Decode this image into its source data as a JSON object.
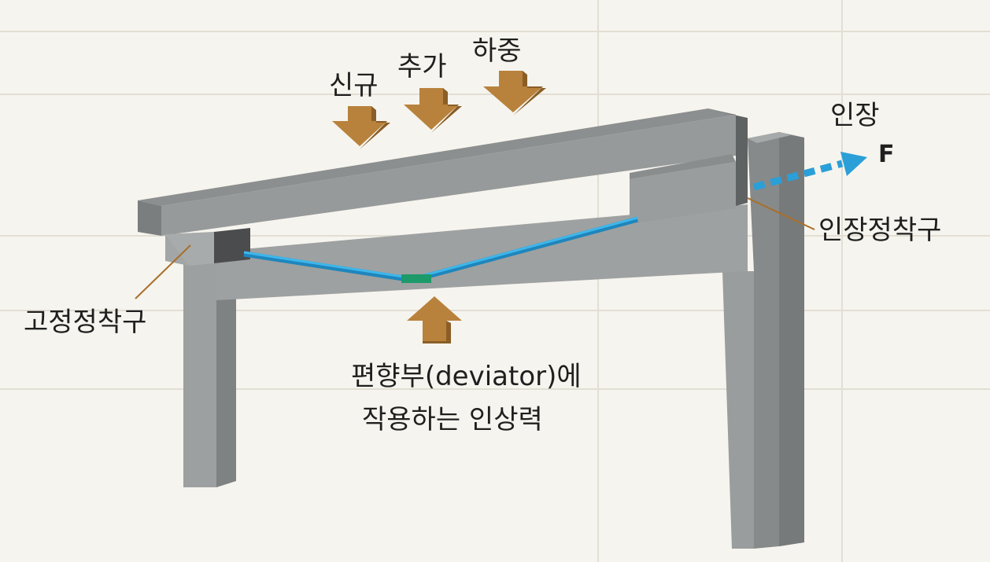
{
  "labels": {
    "load_word1": "신규",
    "load_word2": "추가",
    "load_word3": "하중",
    "tension": "인장",
    "force": "F",
    "tension_anchor": "인장정착구",
    "fixed_anchor": "고정정착구",
    "deviator_line1": "편향부(deviator)에",
    "deviator_line2": "작용하는 인상력"
  },
  "colors": {
    "concrete_top": "#8f9292",
    "concrete_front": "#9a9d9d",
    "concrete_dark": "#6e7171",
    "anchor_block": "#4a4c4d",
    "tendon": "#2a9fd8",
    "deviator": "#1c9a6a",
    "load_arrow": "#b8823c",
    "leader_line": "#a86f2a"
  }
}
